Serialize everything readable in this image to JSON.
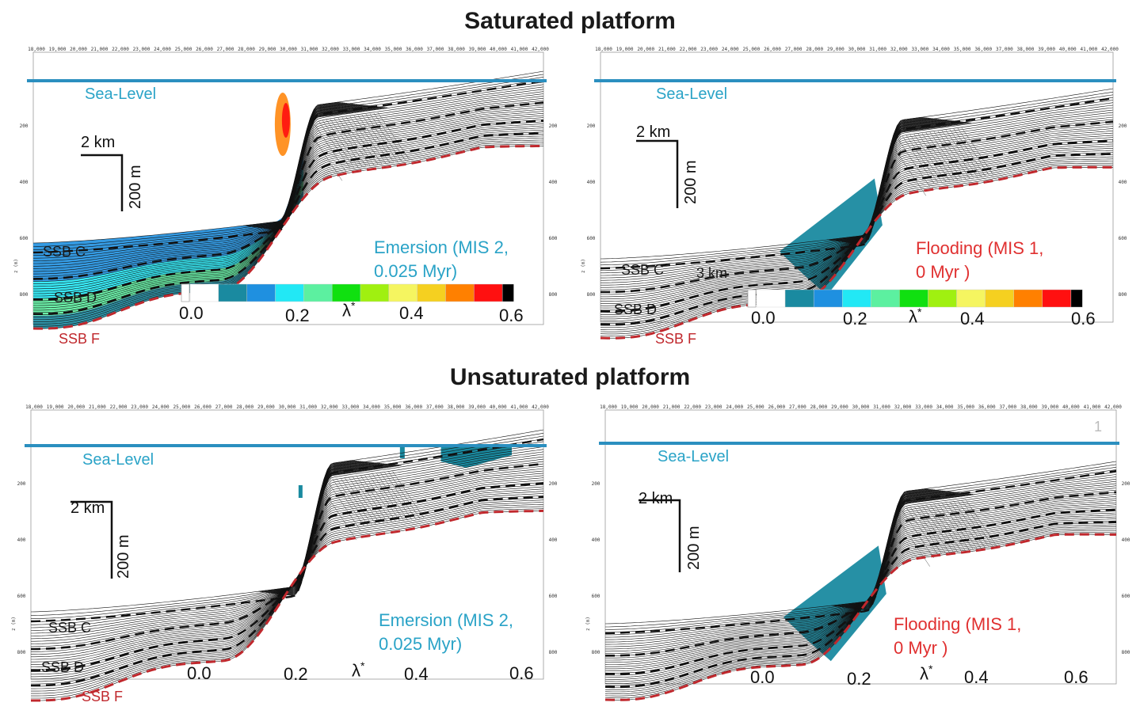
{
  "titles": {
    "saturated": "Saturated platform",
    "unsaturated": "Unsaturated platform"
  },
  "x_ticks": [
    "18,000",
    "19,000",
    "20,000",
    "21,000",
    "22,000",
    "23,000",
    "24,000",
    "25,000",
    "26,000",
    "27,000",
    "28,000",
    "29,000",
    "30,000",
    "31,000",
    "32,000",
    "33,000",
    "34,000",
    "35,000",
    "36,000",
    "37,000",
    "38,000",
    "39,000",
    "40,000",
    "41,000",
    "42,000"
  ],
  "depth_ticks": [
    "200",
    "400",
    "600",
    "800",
    "1,000"
  ],
  "z_axis_label": "z (m)",
  "colorbar": {
    "ticks": [
      "0.0",
      "0.2",
      "0.4",
      "0.6"
    ],
    "symbol": "λ",
    "symbol_sup": "*",
    "colors": [
      "#ffffff",
      "#1a8aa0",
      "#1f90e0",
      "#22e8f5",
      "#5cf0a0",
      "#10e010",
      "#a0f010",
      "#f5f560",
      "#f5d020",
      "#ff8000",
      "#ff1010",
      "#000000"
    ]
  },
  "labels": {
    "sea_level": "Sea-Level",
    "scale_h": "2 km",
    "scale_v": "200 m",
    "ssb_c": "SSB C",
    "ssb_d": "SSB D",
    "ssb_f": "SSB F",
    "three_km": "3 km"
  },
  "panels": [
    {
      "id": "sat-emersion",
      "ann_line1": "Emersion (MIS 2,",
      "ann_line2": "0.025 Myr)"
    },
    {
      "id": "sat-flooding",
      "ann_line1": "Flooding (MIS 1,",
      "ann_line2": "0 Myr )"
    },
    {
      "id": "unsat-emersion",
      "ann_line1": "Emersion (MIS 2,",
      "ann_line2": "0.025 Myr)"
    },
    {
      "id": "unsat-flooding",
      "ann_line1": "Flooding (MIS 1,",
      "ann_line2": "0 Myr )",
      "corner_mark": "1"
    }
  ],
  "colors": {
    "sea_level": "#2b8fbf",
    "ssb_f_line": "#c0282d",
    "strata": "#111111",
    "cyan_text": "#2aa3c7",
    "red_text": "#e03030"
  }
}
